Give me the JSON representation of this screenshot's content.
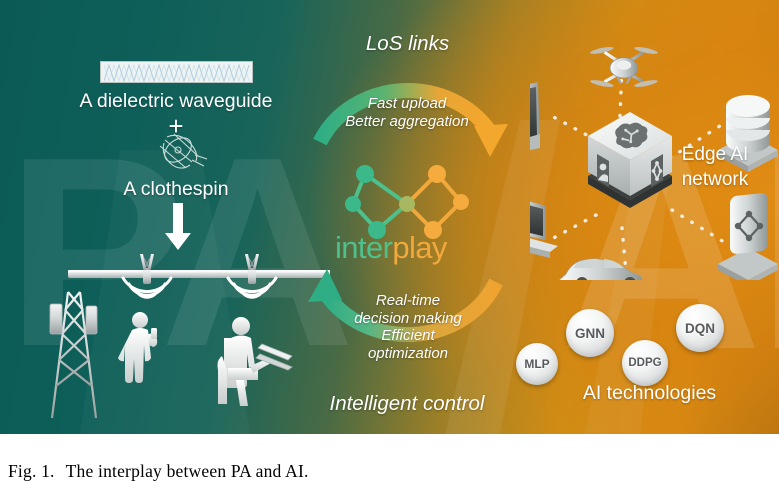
{
  "figure": {
    "caption_label": "Fig. 1.",
    "caption_text": "The interplay between PA and AI.",
    "watermark_left": "PA",
    "watermark_right": "AI"
  },
  "left_panel": {
    "waveguide_label": "A dielectric waveguide",
    "plus_symbol": "+",
    "clothespin_label": "A clothespin"
  },
  "arcs": {
    "top_title": "LoS links",
    "top_line1": "Fast upload",
    "top_line2": "Better aggregation",
    "bottom_line1": "Real-time",
    "bottom_line2": "decision making",
    "bottom_line3": "Efficient",
    "bottom_line4": "optimization",
    "bottom_title": "Intelligent control"
  },
  "logo": {
    "text_part1": "inter",
    "text_part2": "play"
  },
  "right_panel": {
    "edge_label_line1": "Edge AI",
    "edge_label_line2": "network",
    "ai_tech_label": "AI technologies",
    "bubbles": [
      {
        "label": "GNN"
      },
      {
        "label": "DQN"
      },
      {
        "label": "MLP"
      },
      {
        "label": "DDPG"
      }
    ]
  },
  "colors": {
    "green": "#2fae85",
    "orange": "#f0a430",
    "teal_bg": "#0b5a56",
    "orange_bg": "#d88913",
    "logo_green": "#4dc08c",
    "logo_orange": "#f2a93c"
  }
}
